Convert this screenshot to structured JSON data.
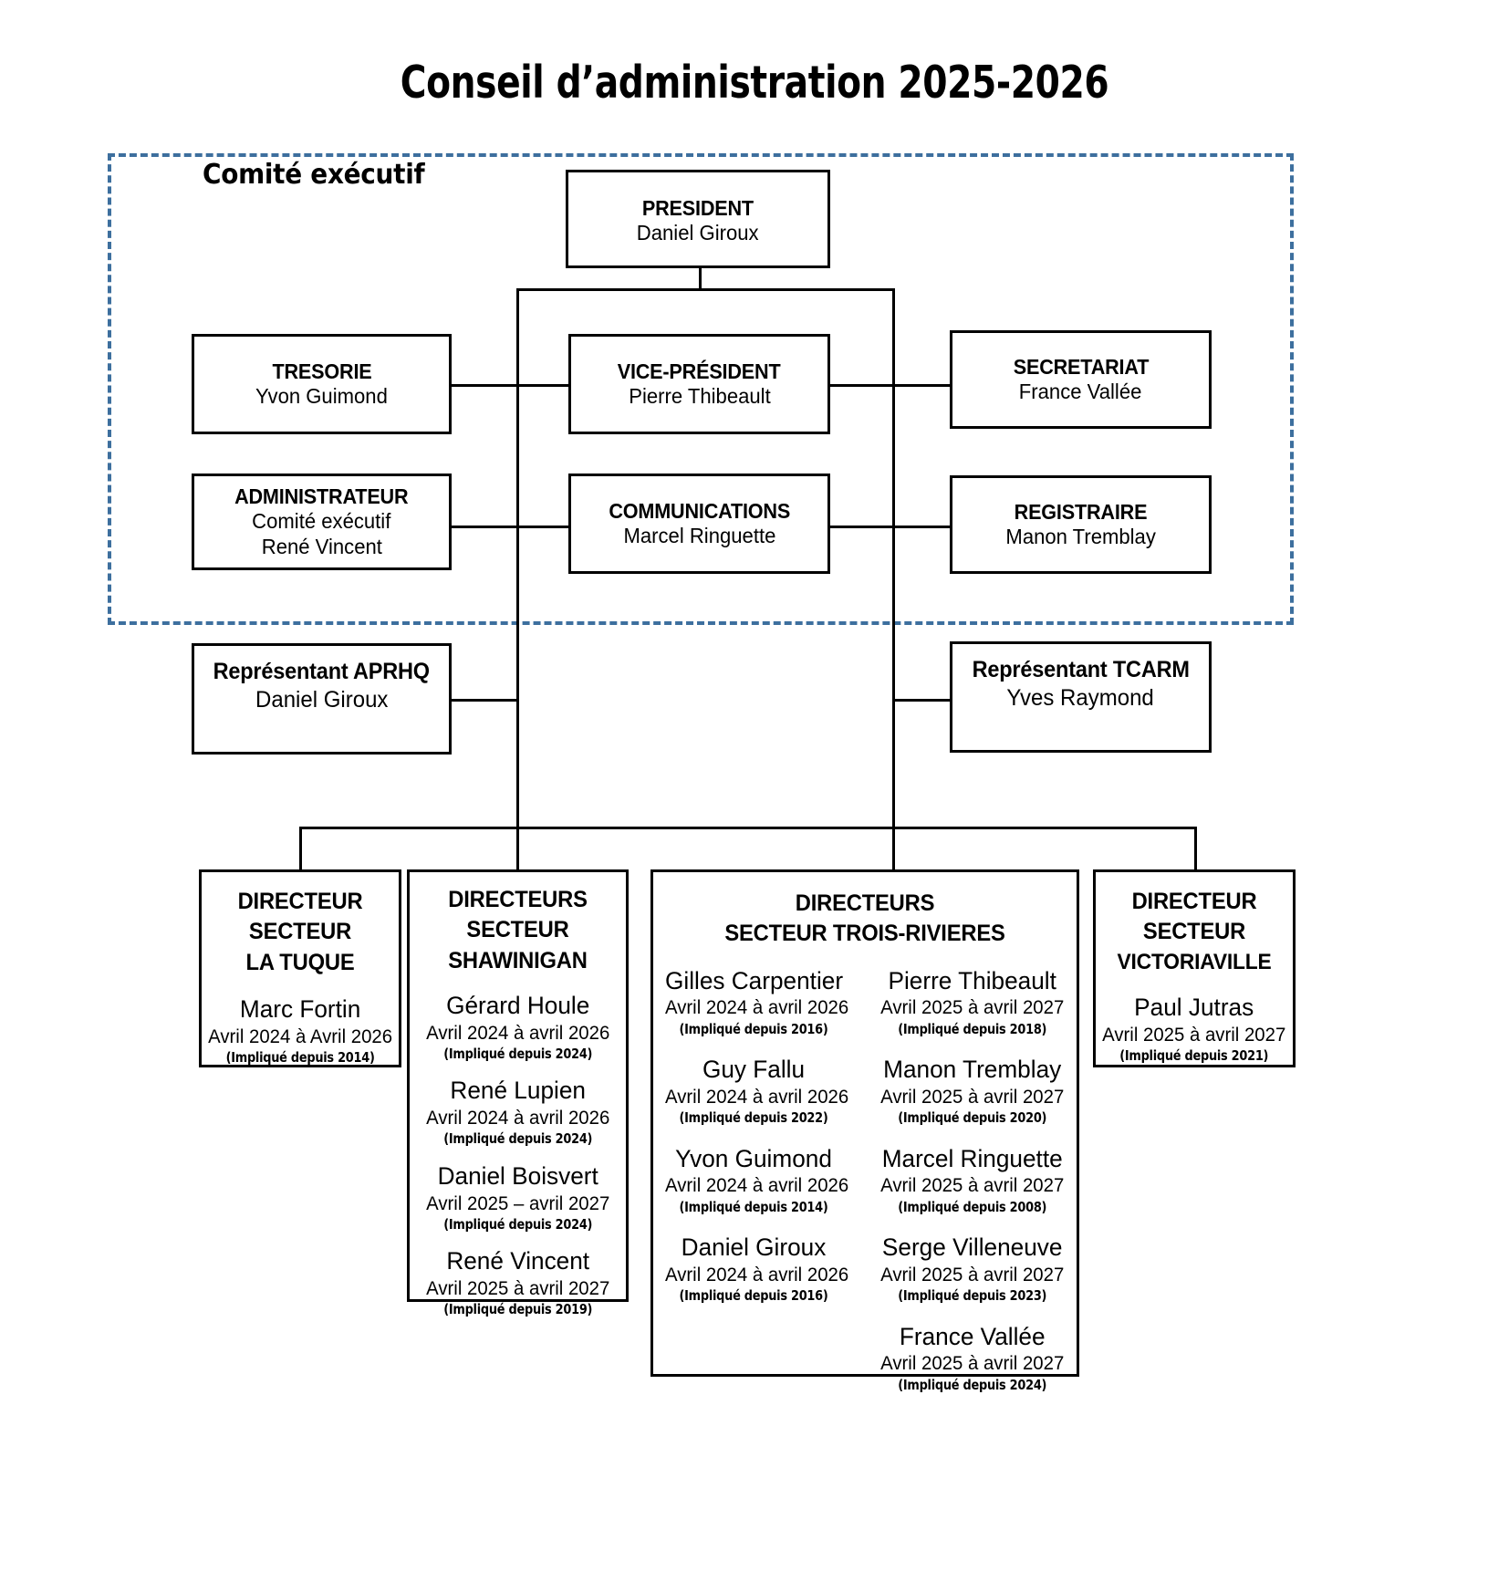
{
  "title": "Conseil d’administration 2025-2026",
  "accent_color": "#3d6f9e",
  "box_border_color": "#000000",
  "executive": {
    "label": "Comité exécutif",
    "members": [
      {
        "role": "PRESIDENT",
        "person": "Daniel Giroux"
      },
      {
        "role": "TRESORIE",
        "person": "Yvon Guimond"
      },
      {
        "role": "VICE-PRÉSIDENT",
        "person": "Pierre Thibeault"
      },
      {
        "role": "SECRETARIAT",
        "person": "France Vallée"
      },
      {
        "role": "ADMINISTRATEUR",
        "person": "Comité exécutif",
        "person2": "René Vincent"
      },
      {
        "role": "COMMUNICATIONS",
        "person": "Marcel Ringuette"
      },
      {
        "role": "REGISTRAIRE",
        "person": "Manon Tremblay"
      }
    ]
  },
  "representatives": [
    {
      "role": "Représentant APRHQ",
      "person": "Daniel Giroux"
    },
    {
      "role": "Représentant TCARM",
      "person": "Yves Raymond"
    }
  ],
  "sectors": [
    {
      "title_line1": "DIRECTEUR",
      "title_line2": "SECTEUR",
      "title_line3": "LA TUQUE",
      "columns": [
        [
          {
            "name": "Marc Fortin",
            "term": "Avril 2024 à Avril 2026",
            "since": "(Impliqué depuis 2014)"
          }
        ]
      ]
    },
    {
      "title_line1": "DIRECTEURS",
      "title_line2": "SECTEUR",
      "title_line3": "SHAWINIGAN",
      "columns": [
        [
          {
            "name": "Gérard Houle",
            "term": "Avril 2024 à avril 2026",
            "since": "(Impliqué depuis 2024)"
          },
          {
            "name": "René Lupien",
            "term": "Avril 2024 à avril 2026",
            "since": "(Impliqué depuis 2024)"
          },
          {
            "name": "Daniel Boisvert",
            "term": "Avril 2025 – avril 2027",
            "since": "(Impliqué depuis 2024)"
          },
          {
            "name": "René Vincent",
            "term": "Avril 2025 à avril 2027",
            "since": "(Impliqué depuis 2019)"
          }
        ]
      ]
    },
    {
      "title_line1": "DIRECTEURS",
      "title_line2": "SECTEUR TROIS-RIVIERES",
      "title_line3": "",
      "columns": [
        [
          {
            "name": "Gilles Carpentier",
            "term": "Avril 2024 à avril 2026",
            "since": "(Impliqué depuis 2016)"
          },
          {
            "name": "Guy Fallu",
            "term": "Avril 2024 à avril 2026",
            "since": "(Impliqué depuis 2022)"
          },
          {
            "name": "Yvon Guimond",
            "term": "Avril 2024 à avril 2026",
            "since": "(Impliqué depuis 2014)"
          },
          {
            "name": "Daniel Giroux",
            "term": "Avril 2024 à avril 2026",
            "since": "(Impliqué depuis 2016)"
          }
        ],
        [
          {
            "name": "Pierre Thibeault",
            "term": "Avril 2025 à avril 2027",
            "since": "(Impliqué depuis 2018)"
          },
          {
            "name": "Manon Tremblay",
            "term": "Avril 2025 à avril 2027",
            "since": "(Impliqué depuis 2020)"
          },
          {
            "name": "Marcel Ringuette",
            "term": "Avril 2025 à avril 2027",
            "since": "(Impliqué depuis 2008)"
          },
          {
            "name": "Serge Villeneuve",
            "term": "Avril 2025 à avril 2027",
            "since": "(Impliqué depuis 2023)"
          },
          {
            "name": "France Vallée",
            "term": "Avril 2025 à avril 2027",
            "since": "(Impliqué depuis 2024)"
          }
        ]
      ]
    },
    {
      "title_line1": "DIRECTEUR",
      "title_line2": "SECTEUR",
      "title_line3": "VICTORIAVILLE",
      "columns": [
        [
          {
            "name": "Paul Jutras",
            "term": "Avril 2025 à avril 2027",
            "since": "(Impliqué depuis 2021)"
          }
        ]
      ]
    }
  ]
}
